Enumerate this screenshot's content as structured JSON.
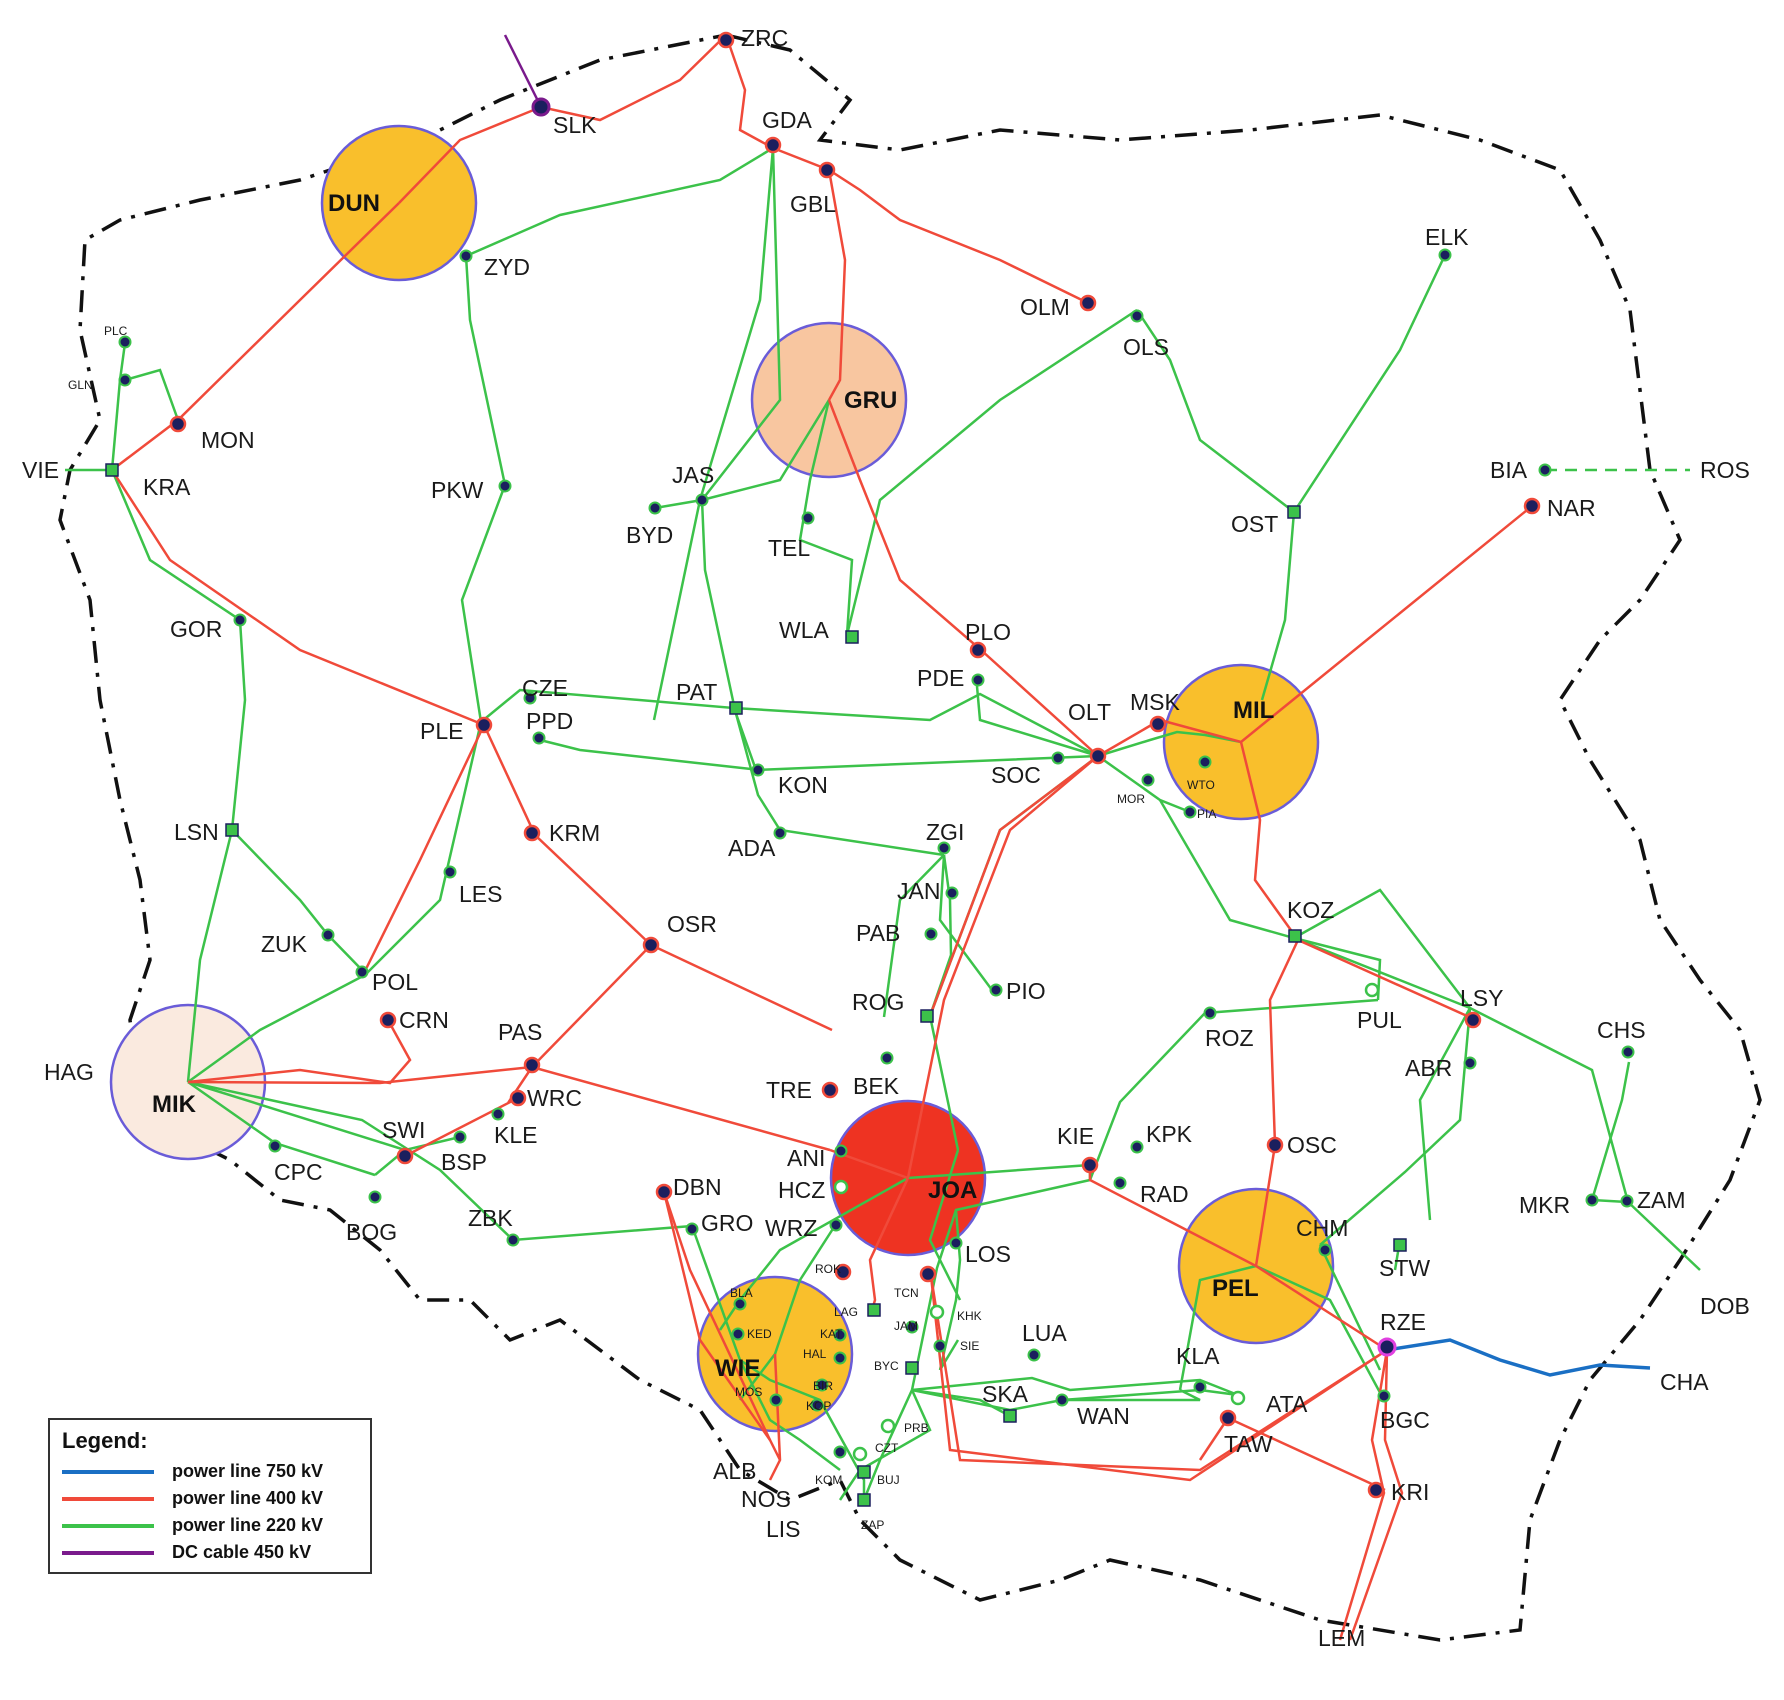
{
  "legend": {
    "title": "Legend:",
    "items": [
      {
        "label": "power line 750 kV",
        "color": "#1a6fc4"
      },
      {
        "label": "power line 400 kV",
        "color": "#f04a3a"
      },
      {
        "label": "power line 220 kV",
        "color": "#3cc24a"
      },
      {
        "label": "DC cable 450 kV",
        "color": "#7a1a8c"
      }
    ]
  },
  "regions": {
    "DUN": "DUN",
    "GRU": "GRU",
    "MIL": "MIL",
    "MIK": "MIK",
    "JOA": "JOA",
    "PEL": "PEL",
    "WIE": "WIE"
  },
  "colors": {
    "line400": "#f04a3a",
    "line220": "#3cc24a",
    "line750": "#1a6fc4",
    "dc450": "#7a1a8c",
    "border": "#111111",
    "region_orange": "#f9bf2c",
    "region_peach": "#f8c6a0",
    "region_light": "#faeadf",
    "region_red": "#ee3322",
    "circle_stroke": "#6a5cd8",
    "node": "#1b1f5e"
  },
  "stations": [
    {
      "id": "ZRC",
      "label": "ZRC"
    },
    {
      "id": "SLK",
      "label": "SLK"
    },
    {
      "id": "GDA",
      "label": "GDA"
    },
    {
      "id": "GBL",
      "label": "GBL"
    },
    {
      "id": "ZYD",
      "label": "ZYD"
    },
    {
      "id": "ELK",
      "label": "ELK"
    },
    {
      "id": "OLM",
      "label": "OLM"
    },
    {
      "id": "OLS",
      "label": "OLS"
    },
    {
      "id": "PLC",
      "label": "PLC"
    },
    {
      "id": "GLN",
      "label": "GLN"
    },
    {
      "id": "MON",
      "label": "MON"
    },
    {
      "id": "VIE",
      "label": "VIE"
    },
    {
      "id": "KRA",
      "label": "KRA"
    },
    {
      "id": "PKW",
      "label": "PKW"
    },
    {
      "id": "JAS",
      "label": "JAS"
    },
    {
      "id": "BYD",
      "label": "BYD"
    },
    {
      "id": "TEL",
      "label": "TEL"
    },
    {
      "id": "BIA",
      "label": "BIA"
    },
    {
      "id": "ROS",
      "label": "ROS"
    },
    {
      "id": "OST",
      "label": "OST"
    },
    {
      "id": "NAR",
      "label": "NAR"
    },
    {
      "id": "GOR",
      "label": "GOR"
    },
    {
      "id": "WLA",
      "label": "WLA"
    },
    {
      "id": "PLO",
      "label": "PLO"
    },
    {
      "id": "CZE",
      "label": "CZE"
    },
    {
      "id": "PAT",
      "label": "PAT"
    },
    {
      "id": "PDE",
      "label": "PDE"
    },
    {
      "id": "OLT",
      "label": "OLT"
    },
    {
      "id": "MSK",
      "label": "MSK"
    },
    {
      "id": "PLE",
      "label": "PLE"
    },
    {
      "id": "PPD",
      "label": "PPD"
    },
    {
      "id": "SOC",
      "label": "SOC"
    },
    {
      "id": "KON",
      "label": "KON"
    },
    {
      "id": "MOR",
      "label": "MOR"
    },
    {
      "id": "WTO",
      "label": "WTO"
    },
    {
      "id": "PIA",
      "label": "PIA"
    },
    {
      "id": "LSN",
      "label": "LSN"
    },
    {
      "id": "KRM",
      "label": "KRM"
    },
    {
      "id": "ADA",
      "label": "ADA"
    },
    {
      "id": "ZGI",
      "label": "ZGI"
    },
    {
      "id": "LES",
      "label": "LES"
    },
    {
      "id": "JAN",
      "label": "JAN"
    },
    {
      "id": "OSR",
      "label": "OSR"
    },
    {
      "id": "PAB",
      "label": "PAB"
    },
    {
      "id": "KOZ",
      "label": "KOZ"
    },
    {
      "id": "ZUK",
      "label": "ZUK"
    },
    {
      "id": "POL",
      "label": "POL"
    },
    {
      "id": "CRN",
      "label": "CRN"
    },
    {
      "id": "PIO",
      "label": "PIO"
    },
    {
      "id": "ROG",
      "label": "ROG"
    },
    {
      "id": "LSY",
      "label": "LSY"
    },
    {
      "id": "PUL",
      "label": "PUL"
    },
    {
      "id": "PAS",
      "label": "PAS"
    },
    {
      "id": "HAG",
      "label": "HAG"
    },
    {
      "id": "ROZ",
      "label": "ROZ"
    },
    {
      "id": "CHS",
      "label": "CHS"
    },
    {
      "id": "TRE",
      "label": "TRE"
    },
    {
      "id": "BEK",
      "label": "BEK"
    },
    {
      "id": "WRC",
      "label": "WRC"
    },
    {
      "id": "ABR",
      "label": "ABR"
    },
    {
      "id": "SWI",
      "label": "SWI"
    },
    {
      "id": "KLE",
      "label": "KLE"
    },
    {
      "id": "KIE",
      "label": "KIE"
    },
    {
      "id": "KPK",
      "label": "KPK"
    },
    {
      "id": "OSC",
      "label": "OSC"
    },
    {
      "id": "BSP",
      "label": "BSP"
    },
    {
      "id": "CPC",
      "label": "CPC"
    },
    {
      "id": "ANI",
      "label": "ANI"
    },
    {
      "id": "DBN",
      "label": "DBN"
    },
    {
      "id": "HCZ",
      "label": "HCZ"
    },
    {
      "id": "RAD",
      "label": "RAD"
    },
    {
      "id": "ZBK",
      "label": "ZBK"
    },
    {
      "id": "GRO",
      "label": "GRO"
    },
    {
      "id": "WRZ",
      "label": "WRZ"
    },
    {
      "id": "MKR",
      "label": "MKR"
    },
    {
      "id": "ZAM",
      "label": "ZAM"
    },
    {
      "id": "BOG",
      "label": "BOG"
    },
    {
      "id": "CHM",
      "label": "CHM"
    },
    {
      "id": "LOS",
      "label": "LOS"
    },
    {
      "id": "STW",
      "label": "STW"
    },
    {
      "id": "ROK",
      "label": "ROK"
    },
    {
      "id": "TCN",
      "label": "TCN"
    },
    {
      "id": "DOB",
      "label": "DOB"
    },
    {
      "id": "KHK",
      "label": "KHK"
    },
    {
      "id": "BLA",
      "label": "BLA"
    },
    {
      "id": "LAG",
      "label": "LAG"
    },
    {
      "id": "JAM",
      "label": "JAM"
    },
    {
      "id": "LUA",
      "label": "LUA"
    },
    {
      "id": "RZE",
      "label": "RZE"
    },
    {
      "id": "KED",
      "label": "KED"
    },
    {
      "id": "KAT",
      "label": "KAT"
    },
    {
      "id": "SIE",
      "label": "SIE"
    },
    {
      "id": "HAL",
      "label": "HAL"
    },
    {
      "id": "BYC",
      "label": "BYC"
    },
    {
      "id": "KLA",
      "label": "KLA"
    },
    {
      "id": "CHA",
      "label": "CHA"
    },
    {
      "id": "BIR",
      "label": "BIR"
    },
    {
      "id": "MOS",
      "label": "MOS"
    },
    {
      "id": "SKA",
      "label": "SKA"
    },
    {
      "id": "WAN",
      "label": "WAN"
    },
    {
      "id": "ATA",
      "label": "ATA"
    },
    {
      "id": "KOP",
      "label": "KOP"
    },
    {
      "id": "PRB",
      "label": "PRB"
    },
    {
      "id": "BGC",
      "label": "BGC"
    },
    {
      "id": "TAW",
      "label": "TAW"
    },
    {
      "id": "CZT",
      "label": "CZT"
    },
    {
      "id": "ALB",
      "label": "ALB"
    },
    {
      "id": "KOM",
      "label": "KOM"
    },
    {
      "id": "BUJ",
      "label": "BUJ"
    },
    {
      "id": "NOS",
      "label": "NOS"
    },
    {
      "id": "KRI",
      "label": "KRI"
    },
    {
      "id": "ZAP",
      "label": "ZAP"
    },
    {
      "id": "LIS",
      "label": "LIS"
    },
    {
      "id": "LEM",
      "label": "LEM"
    }
  ]
}
